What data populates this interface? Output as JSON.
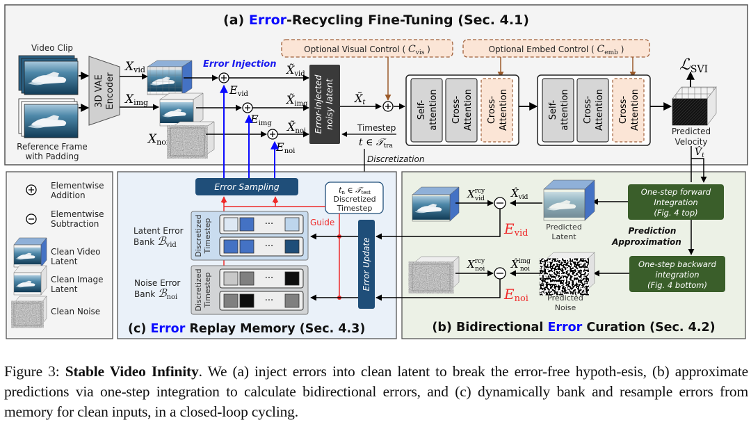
{
  "panel_a": {
    "title_prefix": "(a) ",
    "title_highlight": "Error",
    "title_suffix": "-Recycling Fine-Tuning (Sec. 4.1)",
    "video_clip_label": "Video Clip",
    "reference_label_1": "Reference Frame",
    "reference_label_2": "with Padding",
    "encoder_label_1": "3D VAE",
    "encoder_label_2": "Encoder",
    "x_vid": "X",
    "x_vid_sub": "vid",
    "x_img": "X",
    "x_img_sub": "img",
    "x_noi": "X",
    "x_noi_sub": "noi",
    "error_injection": "Error Injection",
    "e_vid_sub": "vid",
    "e_img_sub": "img",
    "e_noi_sub": "noi",
    "e_symbol": "E",
    "xt_vid_sub": "vid",
    "xt_img_sub": "img",
    "xt_noi_sub": "noi",
    "xt_t_sub": "t",
    "noisy_latent_1": "Error-injected",
    "noisy_latent_2": "noisy latent",
    "timestep_label": "Timestep",
    "timestep_set": "t ∈ 𝒯",
    "timestep_set_sub": "tra",
    "discretization": "Discretization",
    "visual_control": "Optional Visual Control ( ",
    "visual_control_sym": "C",
    "visual_control_sub": "vis",
    "embed_control": "Optional Embed Control ( ",
    "embed_control_sym": "C",
    "embed_control_sub": "emb",
    "close_paren": " )",
    "blocks": [
      {
        "self_1": "Self-",
        "self_2": "attention",
        "cross_1": "Cross-",
        "cross_2": "Attention",
        "opt_1": "Cross-",
        "opt_2": "Attention"
      },
      {
        "self_1": "Self-",
        "self_2": "attention",
        "cross_1": "Cross-",
        "cross_2": "Attention",
        "opt_1": "Cross-",
        "opt_2": "Attention"
      }
    ],
    "loss_symbol": "ℒ",
    "loss_sub": "SVI",
    "predicted_velocity_1": "Predicted",
    "predicted_velocity_2": "Velocity",
    "v_hat": "V̂",
    "v_hat_sub": "t"
  },
  "legend": {
    "items": [
      {
        "label_1": "Elementwise",
        "label_2": "Addition",
        "icon": "plus-circle-icon"
      },
      {
        "label_1": "Elementwise",
        "label_2": "Subtraction",
        "icon": "minus-circle-icon"
      },
      {
        "label_1": "Clean Video",
        "label_2": "Latent",
        "icon": "video-latent-cube-icon"
      },
      {
        "label_1": "Clean Image",
        "label_2": "Latent",
        "icon": "image-latent-cube-icon"
      },
      {
        "label_1": "Clean Noise",
        "label_2": "",
        "icon": "noise-cube-icon"
      }
    ]
  },
  "panel_c": {
    "title_prefix": "(c) ",
    "title_highlight": "Error",
    "title_suffix": " Replay Memory (Sec. 4.3)",
    "error_sampling": "Error Sampling",
    "error_update": "Error Update",
    "guide": "Guide",
    "test_timestep_sym": "t",
    "test_timestep_sub": "n",
    "test_timestep_set": " ∈ 𝒯",
    "test_timestep_set_sub": "test",
    "test_timestep_2": "Discretized",
    "test_timestep_3": "Timestep",
    "latent_bank_1": "Latent Error",
    "latent_bank_2": "Bank ",
    "latent_bank_sym": "ℬ",
    "latent_bank_sub": "vid",
    "noise_bank_1": "Noise Error",
    "noise_bank_2": "Bank ",
    "noise_bank_sym": "ℬ",
    "noise_bank_sub": "noi",
    "discretized_1": "Discretized",
    "discretized_2": "Timestep",
    "ellipsis": "···",
    "vid_bank_rows": [
      [
        "#dde8f4",
        "#4472c4",
        "#bdd5ec"
      ],
      [
        "#4472c4",
        "#4472c4",
        "#1f4e79"
      ]
    ],
    "noi_bank_rows": [
      [
        "#c8c8c8",
        "#808080",
        "#0d0d0d"
      ],
      [
        "#808080",
        "#0d0d0d",
        "#808080"
      ]
    ]
  },
  "panel_b": {
    "title_prefix": "(b) Bidirectional ",
    "title_highlight": "Error",
    "title_suffix": " Curation (Sec. 4.2)",
    "forward_1": "One-step forward",
    "forward_2": "Integration",
    "forward_3": "(Fig. 4 top)",
    "backward_1": "One-step backward",
    "backward_2": "integration",
    "backward_3": "(Fig. 4 bottom)",
    "approx_1": "Prediction",
    "approx_2": "Approximation",
    "predicted_latent_1": "Predicted",
    "predicted_latent_2": "Latent",
    "predicted_noise_1": "Predicted",
    "predicted_noise_2": "Noise",
    "x_rcy_vid": "X",
    "x_rcy_vid_sup": "rcy",
    "x_rcy_vid_sub": "vid",
    "x_hat_vid": "X̂",
    "x_hat_vid_sub": "vid",
    "x_rcy_noi": "X",
    "x_rcy_noi_sup": "rcy",
    "x_rcy_noi_sub": "noi",
    "x_hat_noi": "X̂",
    "x_hat_noi_sup": "img",
    "x_hat_noi_sub": "noi",
    "e_symbol": "E",
    "e_vid_sub": "vid",
    "e_noi_sub": "noi"
  },
  "caption": {
    "prefix": "Figure 3: ",
    "bold": "Stable Video Infinity",
    "text": ". We (a) inject errors into clean latent to break the error-free hypoth-esis, (b) approximate predictions via one-step integration to calculate bidirectional errors, and (c) dynamically bank and resample errors from memory for clean inputs, in a closed-loop cycling."
  },
  "colors": {
    "blue_highlight": "#0a0aff",
    "red": "#ee2a2a",
    "brown": "#9b5a2a",
    "dark_blue_box": "#1f4e79",
    "dark_green_box": "#3a5e2a",
    "dark_gray_box": "#3a3a3a",
    "orange_fill": "#fbe5d6"
  }
}
